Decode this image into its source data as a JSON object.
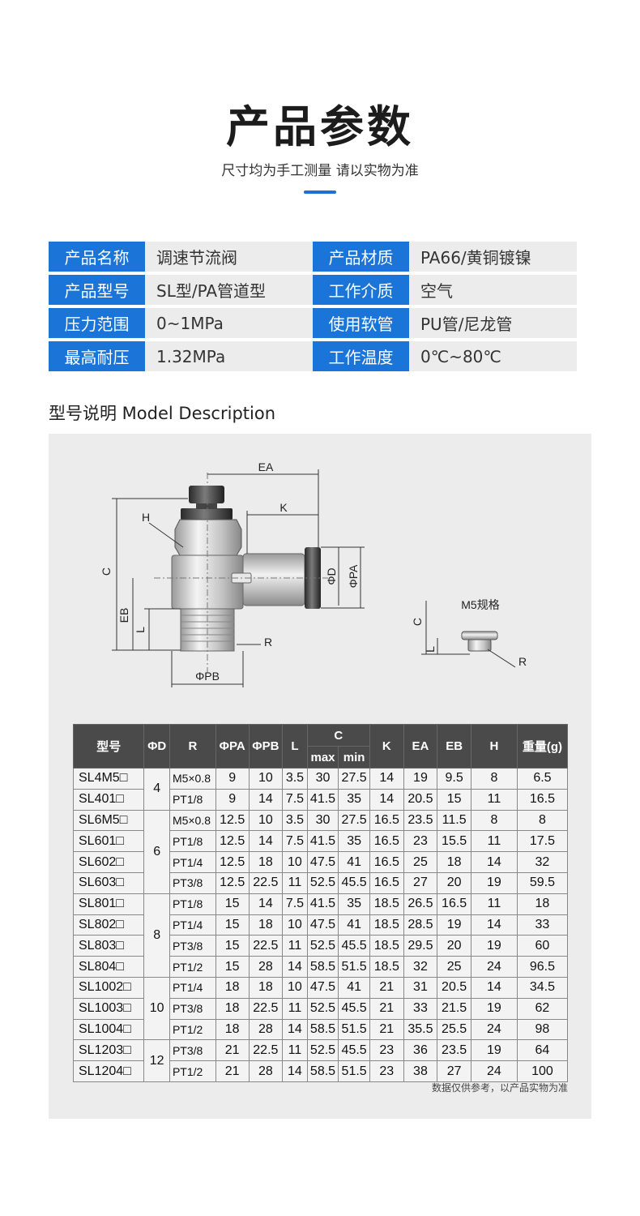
{
  "header": {
    "title": "产品参数",
    "subtitle": "尺寸均为手工测量 请以实物为准"
  },
  "specs": [
    {
      "k1": "产品名称",
      "v1": "调速节流阀",
      "k2": "产品材质",
      "v2": "PA66/黄铜镀镍"
    },
    {
      "k1": "产品型号",
      "v1": "SL型/PA管道型",
      "k2": "工作介质",
      "v2": "空气"
    },
    {
      "k1": "压力范围",
      "v1": "0~1MPa",
      "k2": "使用软管",
      "v2": "PU管/尼龙管"
    },
    {
      "k1": "最高耐压",
      "v1": "1.32MPa",
      "k2": "工作温度",
      "v2": "0℃~80℃"
    }
  ],
  "section": {
    "heading": "型号说明 Model Description"
  },
  "diagram": {
    "labels": {
      "ea": "EA",
      "k": "K",
      "h": "H",
      "c": "C",
      "eb": "EB",
      "l": "L",
      "r": "R",
      "pb": "ΦPB",
      "d": "ΦD",
      "pa": "ΦPA",
      "m5_title": "M5规格",
      "m5_c": "C",
      "m5_l": "L",
      "m5_r": "R"
    }
  },
  "table": {
    "headers": {
      "model": "型号",
      "d": "ΦD",
      "r": "R",
      "pa": "ΦPA",
      "pb": "ΦPB",
      "l": "L",
      "c": "C",
      "c_max": "max",
      "c_min": "min",
      "k": "K",
      "ea": "EA",
      "eb": "EB",
      "h": "H",
      "weight": "重量(g)"
    },
    "rows": [
      {
        "model": "SL4M5□",
        "d": "4",
        "r": "M5×0.8",
        "pa": "9",
        "pb": "10",
        "l": "3.5",
        "cmax": "30",
        "cmin": "27.5",
        "k": "14",
        "ea": "19",
        "eb": "9.5",
        "h": "8",
        "w": "6.5"
      },
      {
        "model": "SL401□",
        "r": "PT1/8",
        "pa": "9",
        "pb": "14",
        "l": "7.5",
        "cmax": "41.5",
        "cmin": "35",
        "k": "14",
        "ea": "20.5",
        "eb": "15",
        "h": "11",
        "w": "16.5"
      },
      {
        "model": "SL6M5□",
        "d": "6",
        "r": "M5×0.8",
        "pa": "12.5",
        "pb": "10",
        "l": "3.5",
        "cmax": "30",
        "cmin": "27.5",
        "k": "16.5",
        "ea": "23.5",
        "eb": "11.5",
        "h": "8",
        "w": "8"
      },
      {
        "model": "SL601□",
        "r": "PT1/8",
        "pa": "12.5",
        "pb": "14",
        "l": "7.5",
        "cmax": "41.5",
        "cmin": "35",
        "k": "16.5",
        "ea": "23",
        "eb": "15.5",
        "h": "11",
        "w": "17.5"
      },
      {
        "model": "SL602□",
        "r": "PT1/4",
        "pa": "12.5",
        "pb": "18",
        "l": "10",
        "cmax": "47.5",
        "cmin": "41",
        "k": "16.5",
        "ea": "25",
        "eb": "18",
        "h": "14",
        "w": "32"
      },
      {
        "model": "SL603□",
        "r": "PT3/8",
        "pa": "12.5",
        "pb": "22.5",
        "l": "11",
        "cmax": "52.5",
        "cmin": "45.5",
        "k": "16.5",
        "ea": "27",
        "eb": "20",
        "h": "19",
        "w": "59.5"
      },
      {
        "model": "SL801□",
        "d": "8",
        "r": "PT1/8",
        "pa": "15",
        "pb": "14",
        "l": "7.5",
        "cmax": "41.5",
        "cmin": "35",
        "k": "18.5",
        "ea": "26.5",
        "eb": "16.5",
        "h": "11",
        "w": "18"
      },
      {
        "model": "SL802□",
        "r": "PT1/4",
        "pa": "15",
        "pb": "18",
        "l": "10",
        "cmax": "47.5",
        "cmin": "41",
        "k": "18.5",
        "ea": "28.5",
        "eb": "19",
        "h": "14",
        "w": "33"
      },
      {
        "model": "SL803□",
        "r": "PT3/8",
        "pa": "15",
        "pb": "22.5",
        "l": "11",
        "cmax": "52.5",
        "cmin": "45.5",
        "k": "18.5",
        "ea": "29.5",
        "eb": "20",
        "h": "19",
        "w": "60"
      },
      {
        "model": "SL804□",
        "r": "PT1/2",
        "pa": "15",
        "pb": "28",
        "l": "14",
        "cmax": "58.5",
        "cmin": "51.5",
        "k": "18.5",
        "ea": "32",
        "eb": "25",
        "h": "24",
        "w": "96.5"
      },
      {
        "model": "SL1002□",
        "d": "10",
        "r": "PT1/4",
        "pa": "18",
        "pb": "18",
        "l": "10",
        "cmax": "47.5",
        "cmin": "41",
        "k": "21",
        "ea": "31",
        "eb": "20.5",
        "h": "14",
        "w": "34.5"
      },
      {
        "model": "SL1003□",
        "r": "PT3/8",
        "pa": "18",
        "pb": "22.5",
        "l": "11",
        "cmax": "52.5",
        "cmin": "45.5",
        "k": "21",
        "ea": "33",
        "eb": "21.5",
        "h": "19",
        "w": "62"
      },
      {
        "model": "SL1004□",
        "r": "PT1/2",
        "pa": "18",
        "pb": "28",
        "l": "14",
        "cmax": "58.5",
        "cmin": "51.5",
        "k": "21",
        "ea": "35.5",
        "eb": "25.5",
        "h": "24",
        "w": "98"
      },
      {
        "model": "SL1203□",
        "d": "12",
        "r": "PT3/8",
        "pa": "21",
        "pb": "22.5",
        "l": "11",
        "cmax": "52.5",
        "cmin": "45.5",
        "k": "23",
        "ea": "36",
        "eb": "23.5",
        "h": "19",
        "w": "64"
      },
      {
        "model": "SL1204□",
        "r": "PT1/2",
        "pa": "21",
        "pb": "28",
        "l": "14",
        "cmax": "58.5",
        "cmin": "51.5",
        "k": "23",
        "ea": "38",
        "eb": "27",
        "h": "24",
        "w": "100"
      }
    ],
    "note": "数据仅供参考，以产品实物为准"
  }
}
